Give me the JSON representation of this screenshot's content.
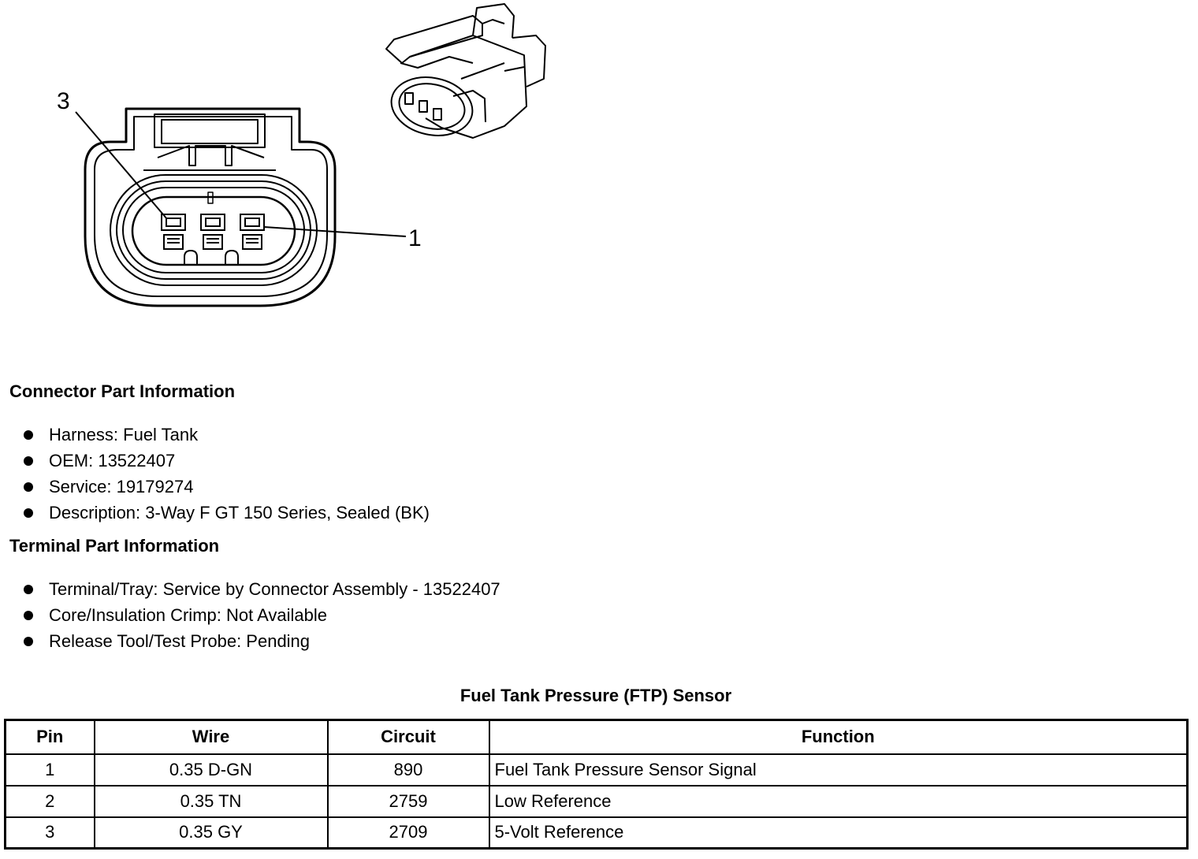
{
  "diagram": {
    "callouts": {
      "pin3": "3",
      "pin1": "1"
    }
  },
  "connector_section": {
    "heading": "Connector Part Information",
    "items": [
      "Harness: Fuel Tank",
      "OEM: 13522407",
      "Service: 19179274",
      "Description: 3-Way F GT 150 Series, Sealed (BK)"
    ]
  },
  "terminal_section": {
    "heading": "Terminal Part Information",
    "items": [
      "Terminal/Tray: Service by Connector Assembly - 13522407",
      "Core/Insulation Crimp: Not Available",
      "Release Tool/Test Probe: Pending"
    ]
  },
  "table": {
    "title": "Fuel Tank Pressure (FTP) Sensor",
    "headers": [
      "Pin",
      "Wire",
      "Circuit",
      "Function"
    ],
    "rows": [
      [
        "1",
        "0.35 D-GN",
        "890",
        "Fuel Tank Pressure Sensor Signal"
      ],
      [
        "2",
        "0.35 TN",
        "2759",
        "Low Reference"
      ],
      [
        "3",
        "0.35 GY",
        "2709",
        "5-Volt Reference"
      ]
    ]
  }
}
